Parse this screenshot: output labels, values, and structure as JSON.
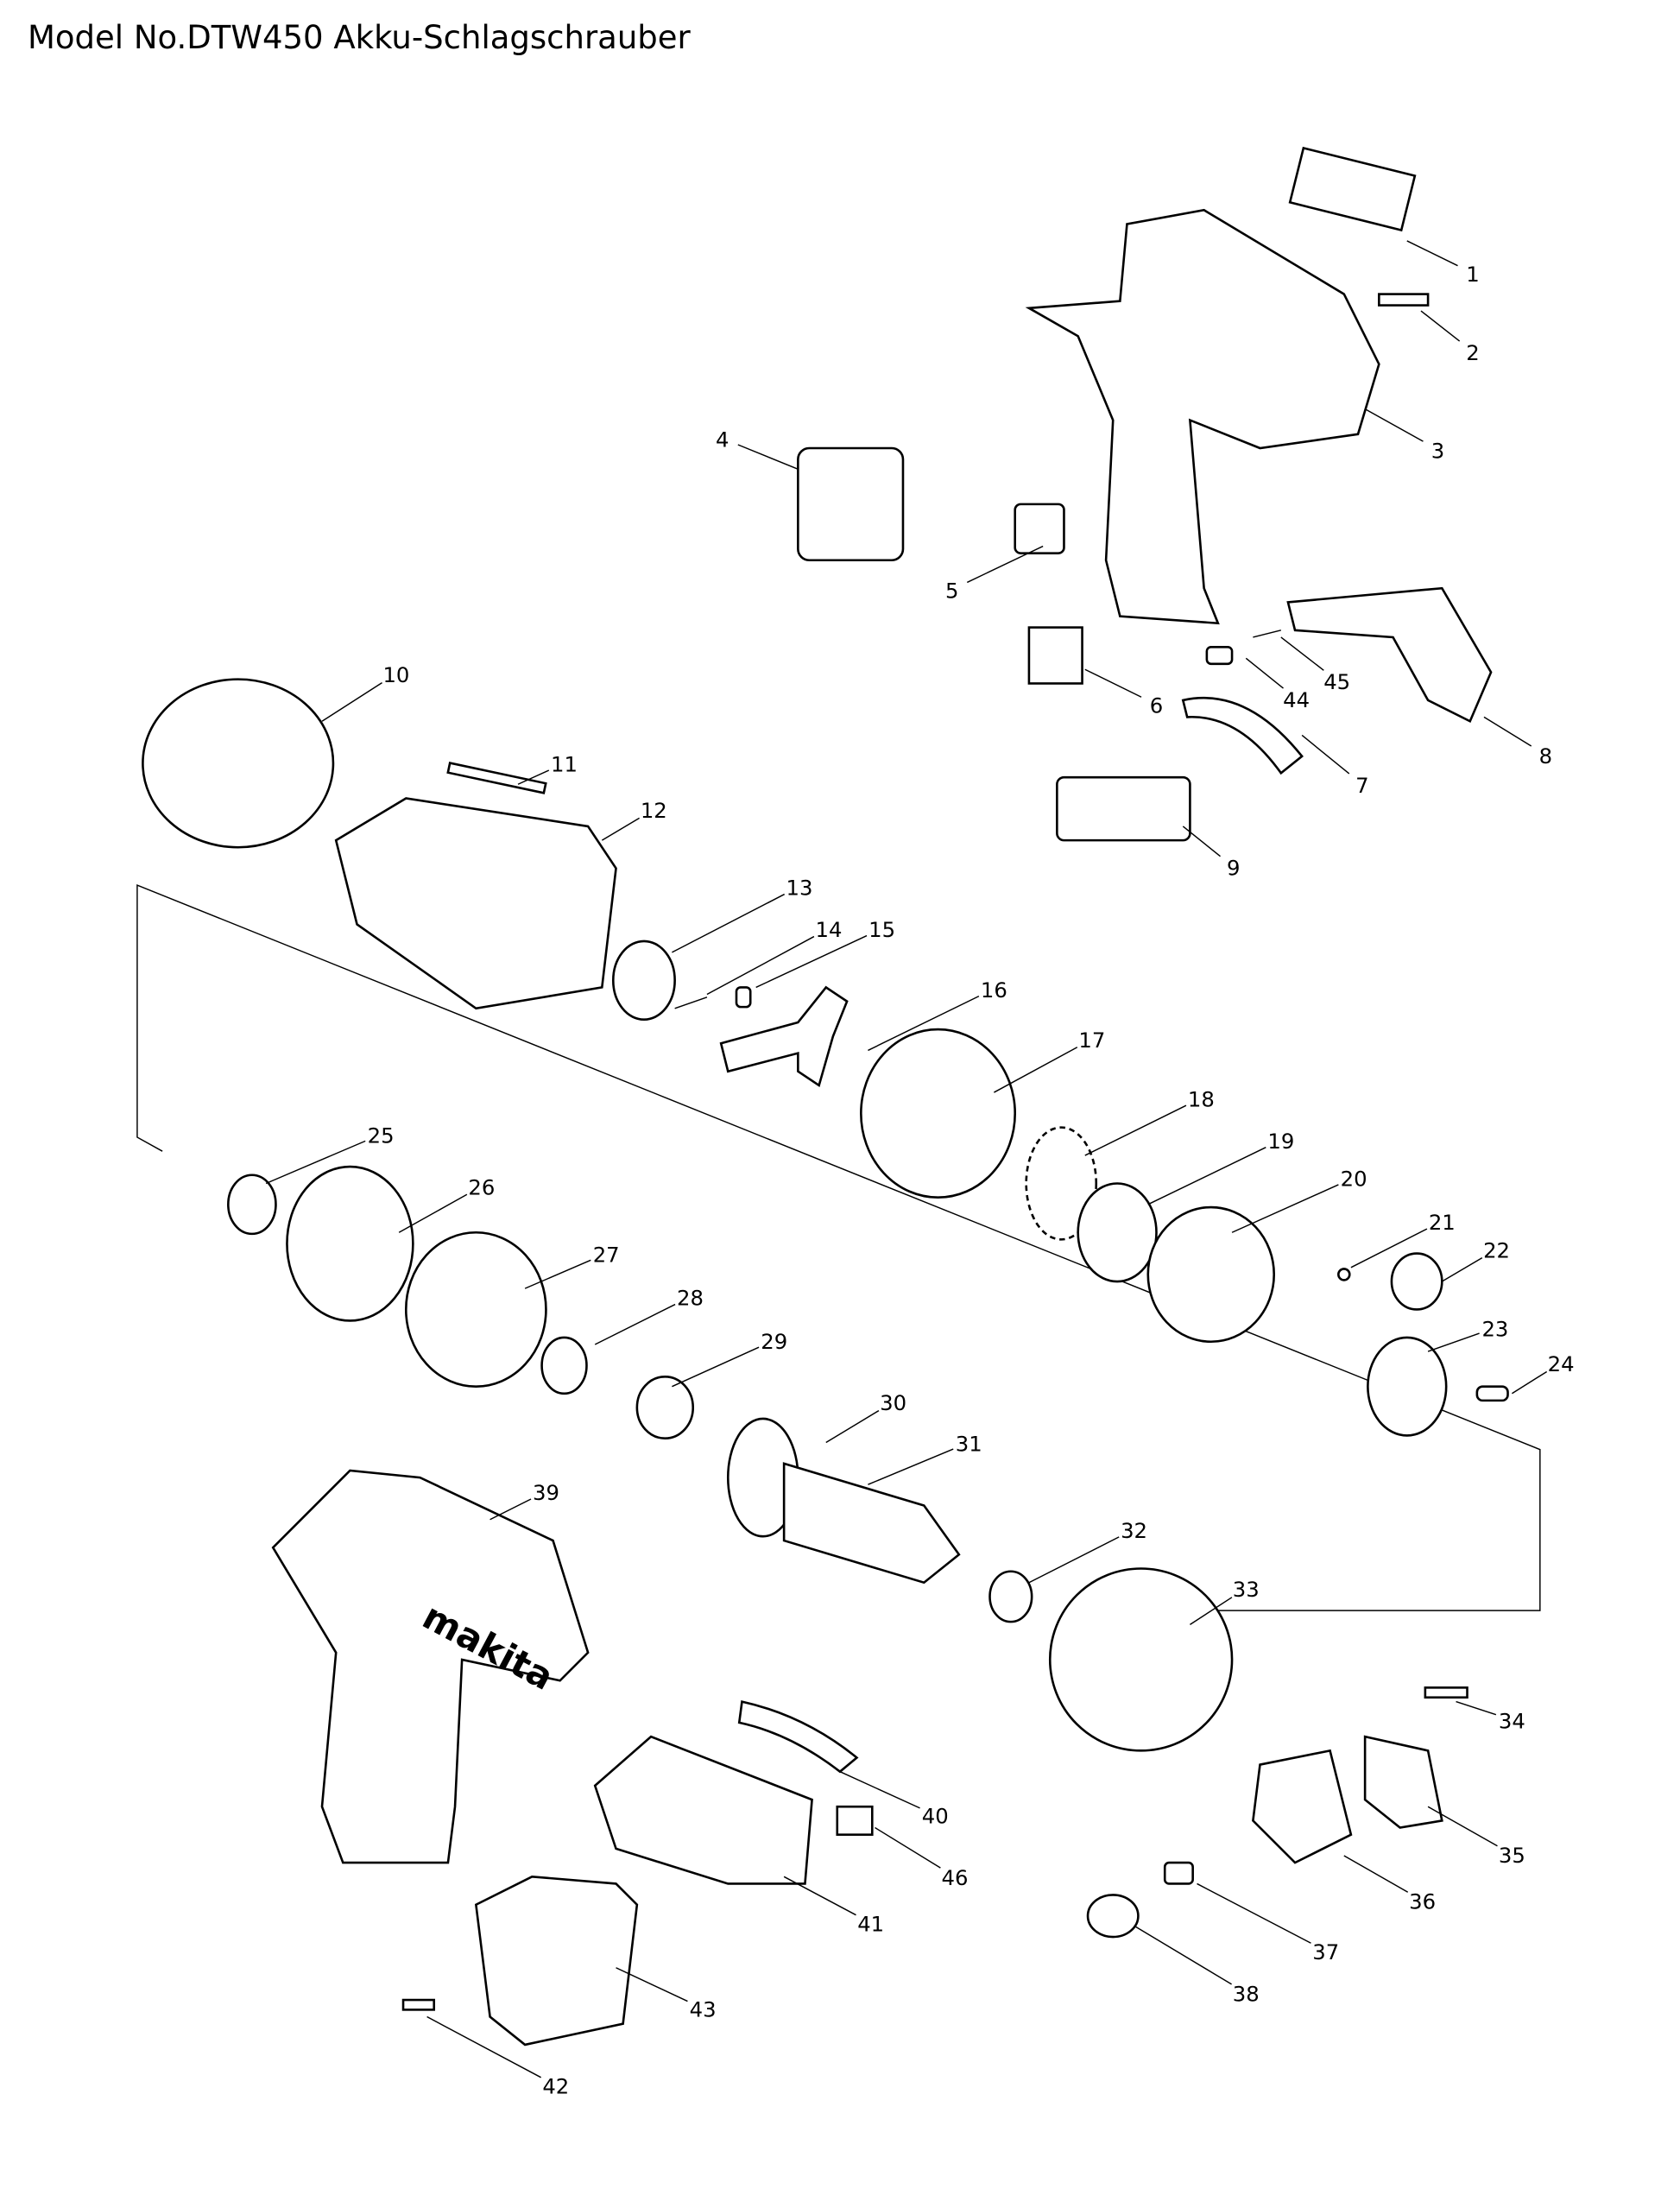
{
  "title": "Model No.DTW450 Akku-Schlagschrauber",
  "logo_text": "makita",
  "parts": [
    "1",
    "2",
    "3",
    "4",
    "5",
    "6",
    "7",
    "8",
    "9",
    "10",
    "11",
    "12",
    "13",
    "14",
    "15",
    "16",
    "17",
    "18",
    "19",
    "20",
    "21",
    "22",
    "23",
    "24",
    "25",
    "26",
    "27",
    "28",
    "29",
    "30",
    "31",
    "32",
    "33",
    "34",
    "35",
    "36",
    "37",
    "38",
    "39",
    "40",
    "41",
    "42",
    "43",
    "44",
    "45",
    "46"
  ]
}
